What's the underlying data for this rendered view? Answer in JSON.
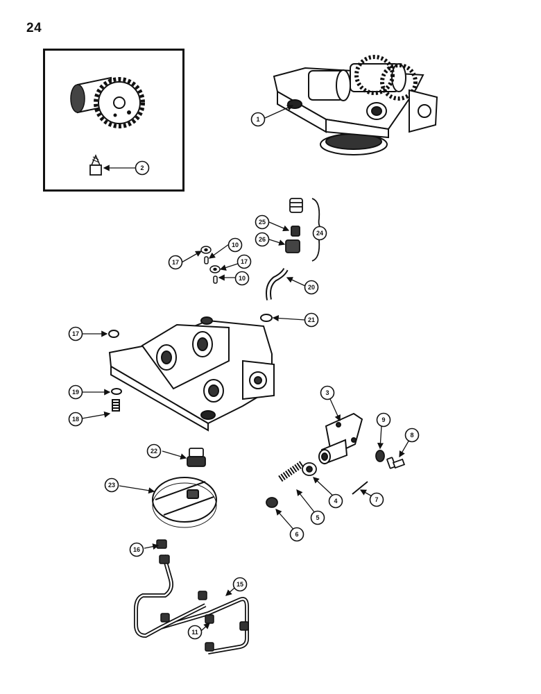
{
  "page_number": "24",
  "callouts": [
    {
      "id": "c1",
      "label": "1"
    },
    {
      "id": "c2",
      "label": "2"
    },
    {
      "id": "c3",
      "label": "3"
    },
    {
      "id": "c4",
      "label": "4"
    },
    {
      "id": "c5",
      "label": "5"
    },
    {
      "id": "c6",
      "label": "6"
    },
    {
      "id": "c7",
      "label": "7"
    },
    {
      "id": "c8",
      "label": "8"
    },
    {
      "id": "c9",
      "label": "9"
    },
    {
      "id": "c10a",
      "label": "10"
    },
    {
      "id": "c10b",
      "label": "10"
    },
    {
      "id": "c11",
      "label": "11"
    },
    {
      "id": "c15",
      "label": "15"
    },
    {
      "id": "c16",
      "label": "16"
    },
    {
      "id": "c17a",
      "label": "17"
    },
    {
      "id": "c17b",
      "label": "17"
    },
    {
      "id": "c17c",
      "label": "17"
    },
    {
      "id": "c18",
      "label": "18"
    },
    {
      "id": "c19",
      "label": "19"
    },
    {
      "id": "c20",
      "label": "20"
    },
    {
      "id": "c21",
      "label": "21"
    },
    {
      "id": "c22",
      "label": "22"
    },
    {
      "id": "c23",
      "label": "23"
    },
    {
      "id": "c24",
      "label": "24"
    },
    {
      "id": "c25",
      "label": "25"
    },
    {
      "id": "c26",
      "label": "26"
    }
  ]
}
